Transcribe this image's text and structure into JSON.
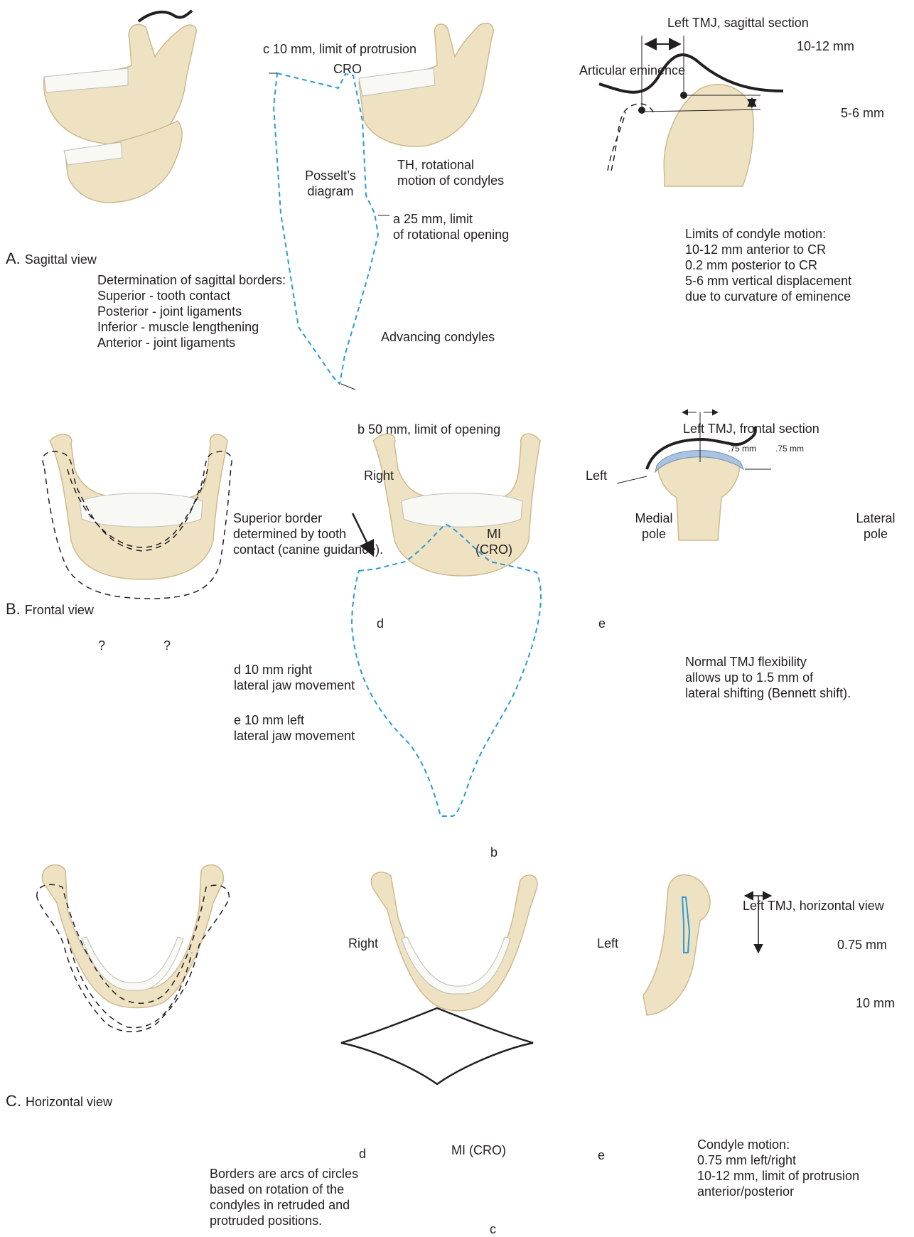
{
  "sections": {
    "A": {
      "letter": "A.",
      "title": "Sagittal view"
    },
    "B": {
      "letter": "B.",
      "title": "Frontal view"
    },
    "C": {
      "letter": "C.",
      "title": "Horizontal view"
    }
  },
  "sagittal": {
    "c_label": "c  10 mm, limit of protrusion",
    "cro": "CRO",
    "posselt": "Posselt’s\ndiagram",
    "th": "TH, rotational\nmotion of condyles",
    "a_label": "a  25 mm, limit\nof rotational opening",
    "advancing": "Advancing condyles",
    "b_label": "b  50 mm, limit of opening",
    "borders": "Determination of sagittal borders:\nSuperior - tooth contact\nPosterior - joint ligaments\nInferior - muscle lengthening\nAnterior - joint ligaments",
    "tmj_title": "Left TMJ, sagittal section",
    "eminence": "Articular eminence",
    "dim_10_12": "10-12 mm",
    "dim_5_6": "5-6 mm",
    "limits": "Limits of condyle motion:\n10-12 mm anterior to CR\n0.2 mm posterior to CR\n5-6 mm vertical displacement\ndue to curvature of eminence"
  },
  "frontal": {
    "superior_border": "Superior border\ndetermined by tooth\ncontact (canine guidance).",
    "right": "Right",
    "left": "Left",
    "mi": "MI\n(CRO)",
    "d": "d",
    "e": "e",
    "b": "b",
    "d_label": "d  10 mm right\nlateral jaw movement",
    "e_label": "e  10 mm left\nlateral jaw movement",
    "question_marks": [
      "?",
      "?"
    ],
    "tmj_title": "Left TMJ, frontal section",
    "dim_left": ".75 mm",
    "dim_right": ".75 mm",
    "medial": "Medial\npole",
    "lateral": "Lateral\npole",
    "flexibility": "Normal TMJ flexibility\nallows up to 1.5 mm of\nlateral shifting (Bennett shift)."
  },
  "horizontal": {
    "right": "Right",
    "left": "Left",
    "d": "d",
    "e": "e",
    "mi": "MI (CRO)",
    "c": "c",
    "borders": "Borders are arcs of circles\nbased on rotation of the\ncondyles in retruded and\nprotruded positions.",
    "tmj_title": "Left TMJ, horizontal view",
    "dim_075": "0.75 mm",
    "dim_10": "10 mm",
    "motion": "Condyle motion:\n0.75 mm left/right\n10-12 mm, limit of protrusion\nanterior/posterior"
  },
  "colors": {
    "bone": "#efe2c2",
    "bone_edge": "#cdb98f",
    "tooth": "#f8f8f5",
    "trace": "#2a9bd7",
    "ink": "#231f20",
    "disc": "#a9c3e0"
  }
}
